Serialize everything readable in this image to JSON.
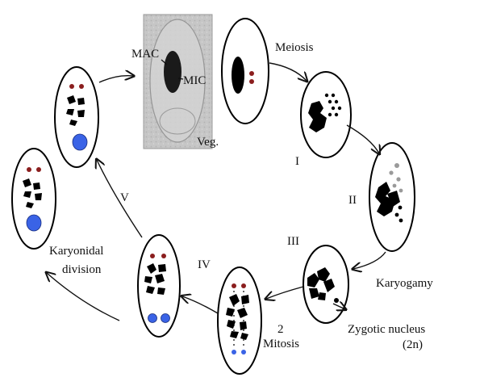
{
  "labels": {
    "mac": "MAC",
    "mic": "MIC",
    "veg": "Veg.",
    "meiosis": "Meiosis",
    "stage_1": "I",
    "stage_2": "II",
    "stage_3": "III",
    "stage_4": "IV",
    "stage_5": "V",
    "karyogamy": "Karyogamy",
    "zygotic_line1": "Zygotic nucleus",
    "zygotic_line2": "(2n)",
    "mitosis_count": "2",
    "mitosis": "Mitosis",
    "karyonidal_line1": "Karyonidal",
    "karyonidal_line2": "division"
  },
  "colors": {
    "micronucleus": "#8b1e1e",
    "new_macronucleus": "#3a63e6",
    "fragment": "#000000",
    "meiotic_product_grey": "#9a9a9a",
    "photo_background": "#c9c9c9"
  }
}
